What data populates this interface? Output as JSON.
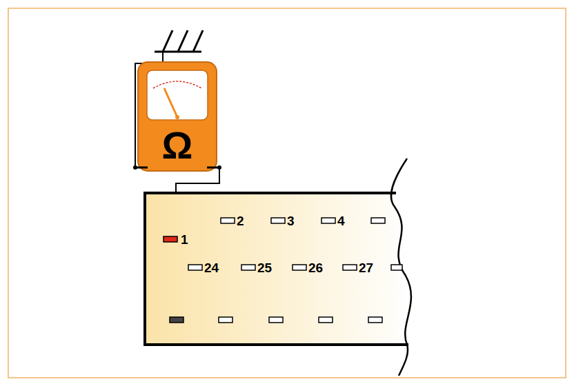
{
  "diagram": {
    "nodes": [
      {
        "text": [
          "Ω"
        ]
      }
    ],
    "labels": [
      "1",
      "2",
      "3",
      "4",
      "24",
      "25",
      "26",
      "27"
    ]
  }
}
